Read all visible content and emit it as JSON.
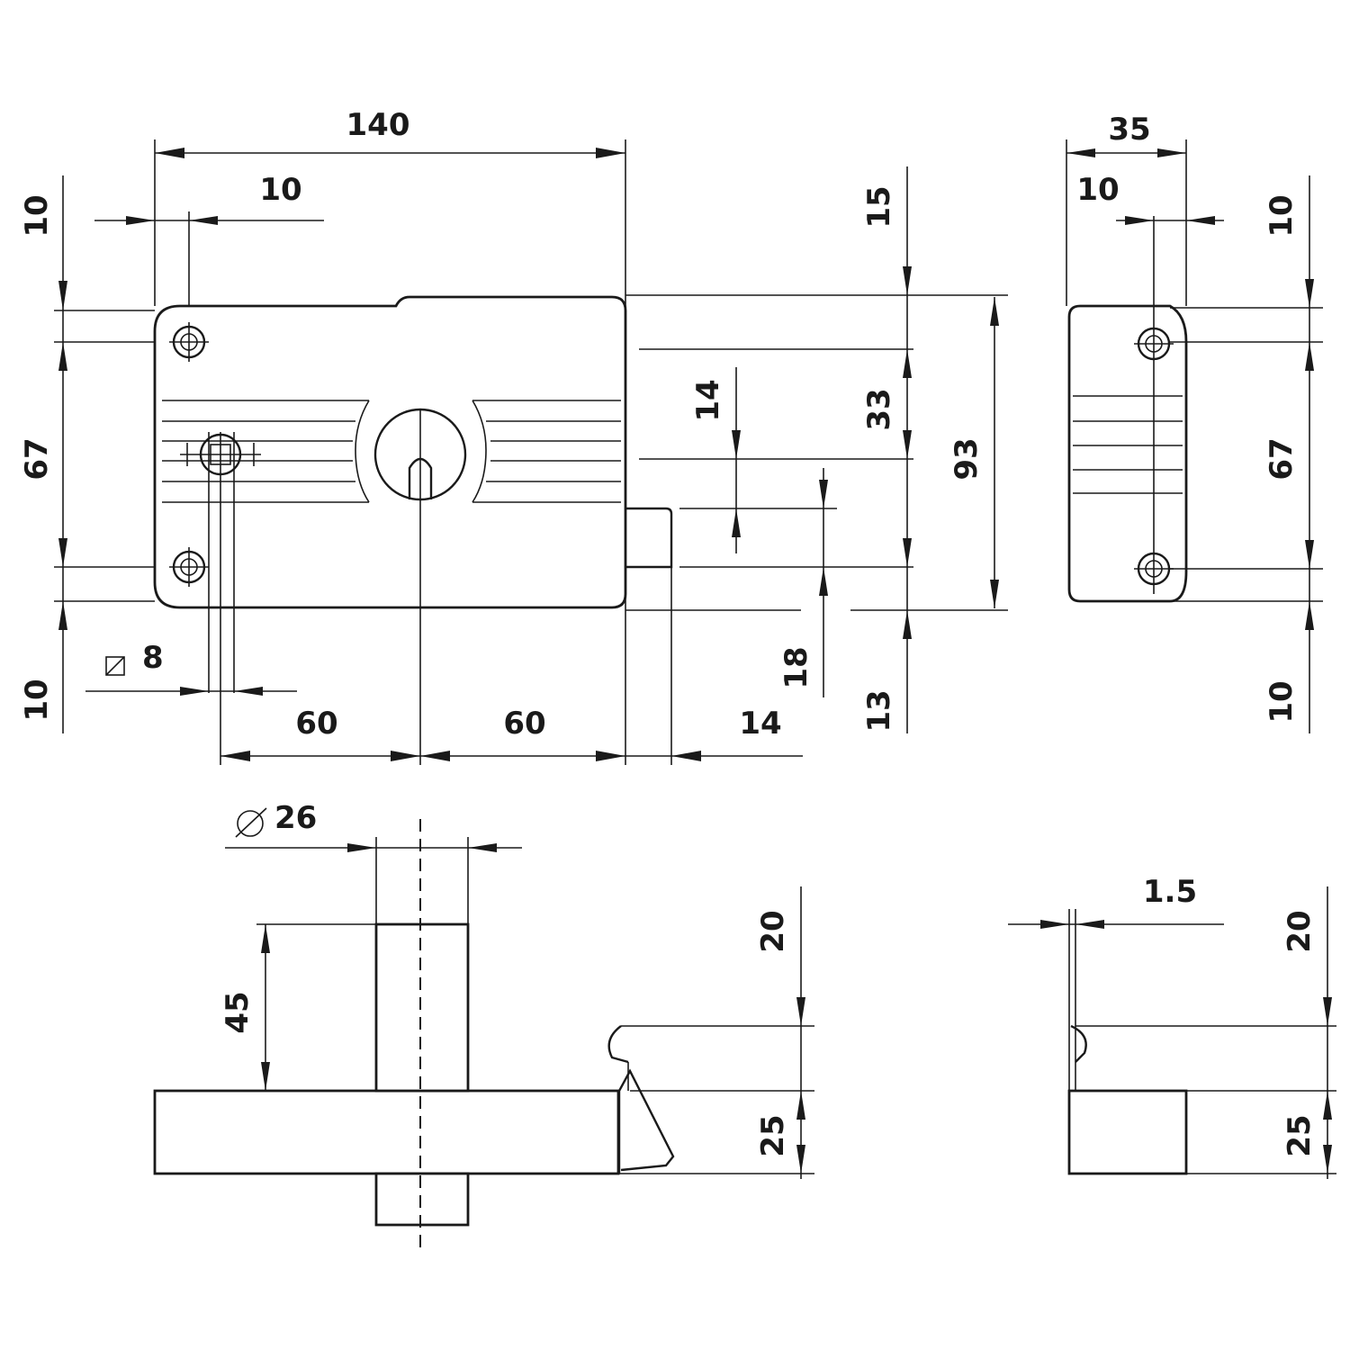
{
  "colors": {
    "ink": "#1a1a1a",
    "paper": "#ffffff"
  },
  "labels": {
    "front_width": "140",
    "screw_offset_top": "10",
    "height_left_top": "10",
    "height_left_mid": "67",
    "height_left_bottom": "10",
    "square_spindle": "8",
    "backset_left": "60",
    "backset_right": "60",
    "bolt_throw": "14",
    "right_top": "15",
    "right_33": "33",
    "right_93": "93",
    "right_14": "14",
    "right_18": "18",
    "right_13": "13",
    "side_width": "35",
    "side_left_10": "10",
    "side_right_10": "10",
    "side_height_top": "10",
    "side_height_mid": "67",
    "side_height_bottom": "10",
    "cylinder_dia": "26",
    "bottom_45": "45",
    "bottom_20": "20",
    "bottom_25": "25",
    "side_bottom_thickness": "1.5",
    "side_bottom_20": "20",
    "side_bottom_25": "25"
  }
}
